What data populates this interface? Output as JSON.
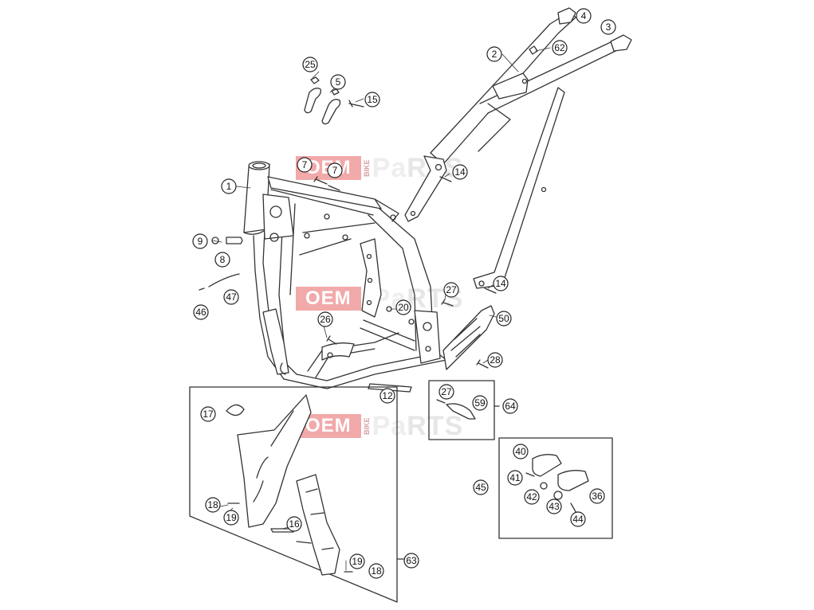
{
  "watermark": {
    "oem": "OEM",
    "bike": "BIKE",
    "parts_a": "Pa",
    "parts_b": "RTS"
  },
  "callouts": [
    "1",
    "2",
    "3",
    "4",
    "5",
    "7",
    "7",
    "8",
    "9",
    "12",
    "14",
    "14",
    "15",
    "16",
    "17",
    "18",
    "18",
    "19",
    "19",
    "20",
    "25",
    "26",
    "27",
    "27",
    "28",
    "36",
    "40",
    "41",
    "42",
    "43",
    "44",
    "45",
    "46",
    "47",
    "50",
    "59",
    "62",
    "63",
    "64"
  ]
}
